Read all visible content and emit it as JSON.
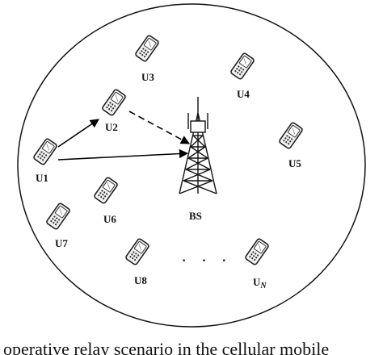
{
  "diagram": {
    "base_station_label": "BS",
    "users": [
      {
        "id": "u1",
        "label": "U1"
      },
      {
        "id": "u2",
        "label": "U2"
      },
      {
        "id": "u3",
        "label": "U3"
      },
      {
        "id": "u4",
        "label": "U4"
      },
      {
        "id": "u5",
        "label": "U5"
      },
      {
        "id": "u6",
        "label": "U6"
      },
      {
        "id": "u7",
        "label": "U7"
      },
      {
        "id": "u8",
        "label": "U8"
      }
    ],
    "last_user": {
      "base": "U",
      "subscript": "N"
    },
    "ellipsis": "· · ·",
    "links": [
      {
        "from": "U1",
        "to": "U2",
        "style": "solid"
      },
      {
        "from": "U1",
        "to": "BS",
        "style": "solid"
      },
      {
        "from": "U2",
        "to": "BS",
        "style": "dashed"
      }
    ],
    "caption": "operative relay scenario in the cellular mobile"
  }
}
